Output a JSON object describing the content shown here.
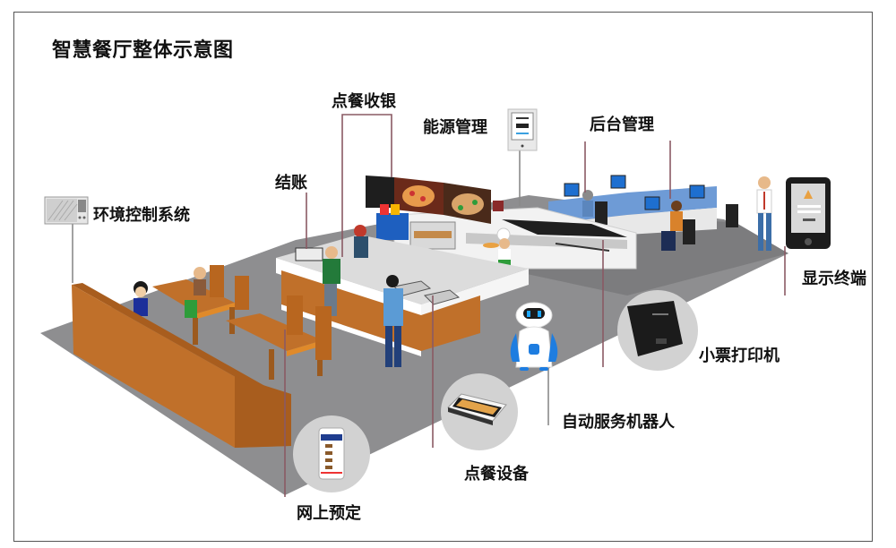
{
  "title": "智慧餐厅整体示意图",
  "labels": {
    "environment_control": "环境控制系统",
    "checkout": "结账",
    "order_cashier": "点餐收银",
    "energy_management": "能源管理",
    "backend_management": "后台管理",
    "display_terminal": "显示终端",
    "receipt_printer": "小票打印机",
    "service_robot": "自动服务机器人",
    "ordering_device": "点餐设备",
    "online_reservation": "网上预定"
  },
  "icons": {
    "air_conditioner": "air-conditioner-icon",
    "energy_meter": "energy-meter-icon",
    "tablet_terminal": "tablet-terminal-icon",
    "receipt_printer": "printer-icon",
    "robot": "robot-icon",
    "pos_tablet": "pos-tablet-icon",
    "smartphone": "smartphone-icon"
  },
  "colors": {
    "floor": "#8e8e90",
    "floor_back": "#7a7a7c",
    "wood": "#c0702a",
    "wood_dark": "#9c5a1e",
    "counter_top": "#dcdcdc",
    "desk_blue": "#6e9bd6",
    "leader_line": "#8a5a64",
    "badge_circle": "#d0d0d0",
    "robot_blue": "#1e7de0",
    "frame_border": "#555555"
  }
}
